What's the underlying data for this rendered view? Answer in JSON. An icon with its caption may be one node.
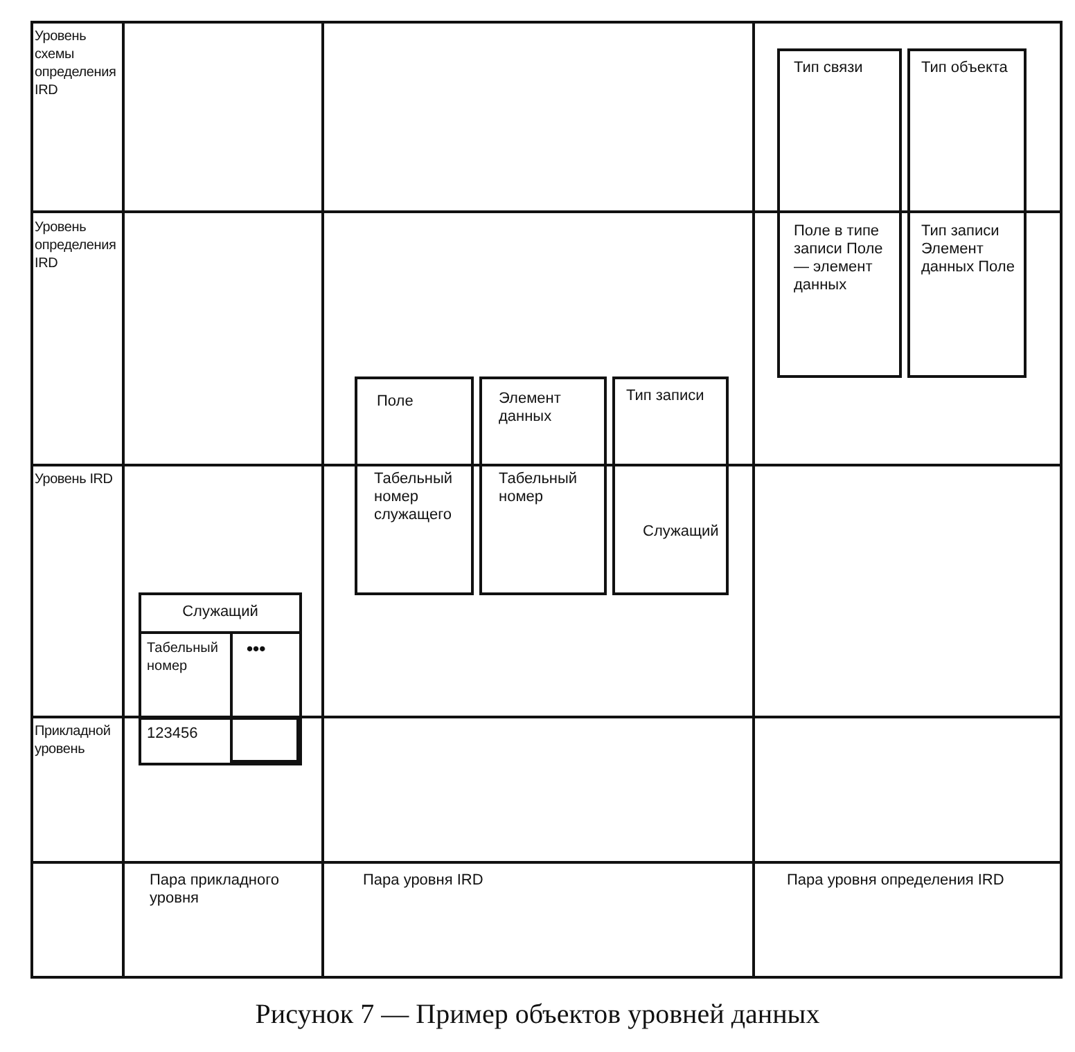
{
  "diagram": {
    "caption": "Рисунок 7 — Пример объектов уровней данных",
    "nodes": [
      {
        "text": [
          "Тип связи",
          "Поле в типе записи Поле — элемент данных"
        ]
      },
      {
        "text": [
          "Тип объекта",
          "Тип записи Элемент данных Поле"
        ]
      },
      {
        "text": [
          "Поле",
          "Табельный номер служащего"
        ]
      },
      {
        "text": [
          "Элемент данных",
          "Табельный номер"
        ]
      },
      {
        "text": [
          "Тип записи",
          "Служащий"
        ]
      },
      {
        "text": [
          "Служащий"
        ]
      },
      {
        "text": [
          "Табельный номер"
        ],
        "in": 5
      },
      {
        "text": [
          "•••"
        ],
        "in": 5
      },
      {
        "text": [
          "123456"
        ],
        "in": 5
      },
      {
        "text": [],
        "shape": "box",
        "in": 5
      }
    ],
    "labels": [
      "Уровень схемы определения IRD",
      "Уровень определения IRD",
      "Уровень IRD",
      "Прикладной уровень",
      "Пара прикладного уровня",
      "Пара уровня IRD",
      "Пара уровня определения IRD"
    ]
  }
}
